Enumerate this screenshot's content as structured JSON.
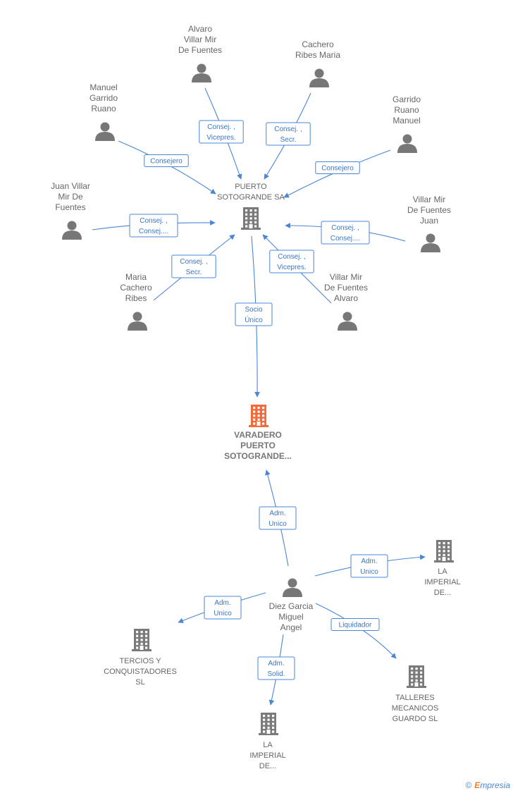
{
  "colors": {
    "edge": "#4a86d4",
    "person": "#777777",
    "company": "#7a7a7a",
    "focus_company": "#f26a3a"
  },
  "nodes": [
    {
      "id": "alvaro1",
      "type": "person",
      "icon": "person-icon",
      "label": [
        "Alvaro",
        "Villar Mir",
        "De Fuentes"
      ]
    },
    {
      "id": "cachero1",
      "type": "person",
      "icon": "person-icon",
      "label": [
        "Cachero",
        "Ribes Maria"
      ]
    },
    {
      "id": "manuel",
      "type": "person",
      "icon": "person-icon",
      "label": [
        "Manuel",
        "Garrido",
        "Ruano"
      ]
    },
    {
      "id": "garrido",
      "type": "person",
      "icon": "person-icon",
      "label": [
        "Garrido",
        "Ruano",
        "Manuel"
      ]
    },
    {
      "id": "juan1",
      "type": "person",
      "icon": "person-icon",
      "label": [
        "Juan Villar",
        "Mir De",
        "Fuentes"
      ]
    },
    {
      "id": "villarjuan",
      "type": "person",
      "icon": "person-icon",
      "label": [
        "Villar Mir",
        "De Fuentes",
        "Juan"
      ]
    },
    {
      "id": "maria",
      "type": "person",
      "icon": "person-icon",
      "label": [
        "Maria",
        "Cachero",
        "Ribes"
      ]
    },
    {
      "id": "villaralvaro",
      "type": "person",
      "icon": "person-icon",
      "label": [
        "Villar Mir",
        "De Fuentes",
        "Alvaro"
      ]
    },
    {
      "id": "puerto",
      "type": "company",
      "icon": "building-icon",
      "label": [
        "PUERTO",
        "SOTOGRANDE SA"
      ]
    },
    {
      "id": "varadero",
      "type": "focus",
      "icon": "building-icon",
      "label": [
        "VARADERO",
        "PUERTO",
        "SOTOGRANDE..."
      ]
    },
    {
      "id": "diez",
      "type": "person",
      "icon": "person-icon",
      "label": [
        "Diez Garcia",
        "Miguel",
        "Angel"
      ]
    },
    {
      "id": "imperial1",
      "type": "company",
      "icon": "building-icon",
      "label": [
        "LA",
        "IMPERIAL",
        "DE..."
      ]
    },
    {
      "id": "tercios",
      "type": "company",
      "icon": "building-icon",
      "label": [
        "TERCIOS Y",
        "CONQUISTADORES",
        "SL"
      ]
    },
    {
      "id": "imperial2",
      "type": "company",
      "icon": "building-icon",
      "label": [
        "LA",
        "IMPERIAL",
        "DE..."
      ]
    },
    {
      "id": "talleres",
      "type": "company",
      "icon": "building-icon",
      "label": [
        "TALLERES",
        "MECANICOS",
        "GUARDO SL"
      ]
    }
  ],
  "edges": [
    {
      "id": "e-alvaro",
      "label": [
        "Consej. ,",
        "Vicepres."
      ]
    },
    {
      "id": "e-cachero",
      "label": [
        "Consej. ,",
        "Secr."
      ]
    },
    {
      "id": "e-manuel",
      "label": [
        "Consejero"
      ]
    },
    {
      "id": "e-garrido",
      "label": [
        "Consejero"
      ]
    },
    {
      "id": "e-juan",
      "label": [
        "Consej. ,",
        "Consej...."
      ]
    },
    {
      "id": "e-villarjuan",
      "label": [
        "Consej. ,",
        "Consej...."
      ]
    },
    {
      "id": "e-maria",
      "label": [
        "Consej. ,",
        "Secr."
      ]
    },
    {
      "id": "e-villaralvaro",
      "label": [
        "Consej. ,",
        "Vicepres."
      ]
    },
    {
      "id": "e-puerto-varadero",
      "label": [
        "Socio",
        "Único"
      ]
    },
    {
      "id": "e-diez-varadero",
      "label": [
        "Adm.",
        "Unico"
      ]
    },
    {
      "id": "e-diez-imperial1",
      "label": [
        "Adm.",
        "Unico"
      ]
    },
    {
      "id": "e-diez-tercios",
      "label": [
        "Adm.",
        "Unico"
      ]
    },
    {
      "id": "e-diez-talleres",
      "label": [
        "Liquidador"
      ]
    },
    {
      "id": "e-diez-imperial2",
      "label": [
        "Adm.",
        "Solid."
      ]
    }
  ],
  "brand": {
    "symbol": "©",
    "initial": "E",
    "rest": "mpresia"
  }
}
